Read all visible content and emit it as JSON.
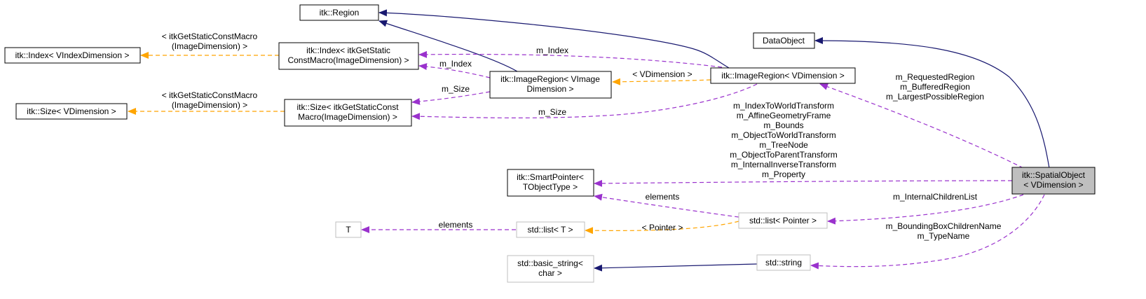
{
  "diagram": {
    "nodes": {
      "region": {
        "lines": [
          "itk::Region"
        ]
      },
      "data_object": {
        "lines": [
          "DataObject"
        ]
      },
      "index_vindex": {
        "lines": [
          "itk::Index< VIndexDimension >"
        ]
      },
      "index_static": {
        "lines": [
          "itk::Index< itkGetStatic",
          "ConstMacro(ImageDimension) >"
        ]
      },
      "image_region_vimage": {
        "lines": [
          "itk::ImageRegion< VImage",
          "Dimension >"
        ]
      },
      "image_region_vdim": {
        "lines": [
          "itk::ImageRegion< VDimension >"
        ]
      },
      "size_vdim": {
        "lines": [
          "itk::Size< VDimension >"
        ]
      },
      "size_static": {
        "lines": [
          "itk::Size< itkGetStaticConst",
          "Macro(ImageDimension) >"
        ]
      },
      "spatial_object": {
        "lines": [
          "itk::SpatialObject",
          "< VDimension >"
        ]
      },
      "smart_pointer": {
        "lines": [
          "itk::SmartPointer<",
          "TObjectType >"
        ]
      },
      "list_pointer": {
        "lines": [
          "std::list< Pointer >"
        ]
      },
      "t_param": {
        "lines": [
          "T"
        ]
      },
      "list_t": {
        "lines": [
          "std::list< T >"
        ]
      },
      "basic_string": {
        "lines": [
          "std::basic_string<",
          "char >"
        ]
      },
      "std_string": {
        "lines": [
          "std::string"
        ]
      }
    },
    "edge_labels": {
      "index_template": [
        "< itkGetStaticConstMacro",
        "(ImageDimension) >"
      ],
      "size_template": [
        "< itkGetStaticConstMacro",
        "(ImageDimension) >"
      ],
      "m_index_top": [
        "m_Index"
      ],
      "m_index_mid": [
        "m_Index"
      ],
      "m_size_mid": [
        "m_Size"
      ],
      "m_size_bottom": [
        "m_Size"
      ],
      "vdimension_template": [
        "< VDimension >"
      ],
      "regions": [
        "m_RequestedRegion",
        "m_BufferedRegion",
        "m_LargestPossibleRegion"
      ],
      "smart_members": [
        "m_IndexToWorldTransform",
        "m_AffineGeometryFrame",
        "m_Bounds",
        "m_ObjectToWorldTransform",
        "m_TreeNode",
        "m_ObjectToParentTransform",
        "m_InternalInverseTransform",
        "m_Property"
      ],
      "elements_smart": [
        "elements"
      ],
      "internal_children": [
        "m_InternalChildrenList"
      ],
      "elements_t": [
        "elements"
      ],
      "pointer_template": [
        "< Pointer >"
      ],
      "string_members": [
        "m_BoundingBoxChildrenName",
        "m_TypeName"
      ]
    },
    "colors": {
      "inheritance": "#191970",
      "usage": "#9a32cd",
      "template": "#ffa500",
      "focus_fill": "#bfbfbf",
      "grey_border": "#bfbfbf"
    }
  }
}
